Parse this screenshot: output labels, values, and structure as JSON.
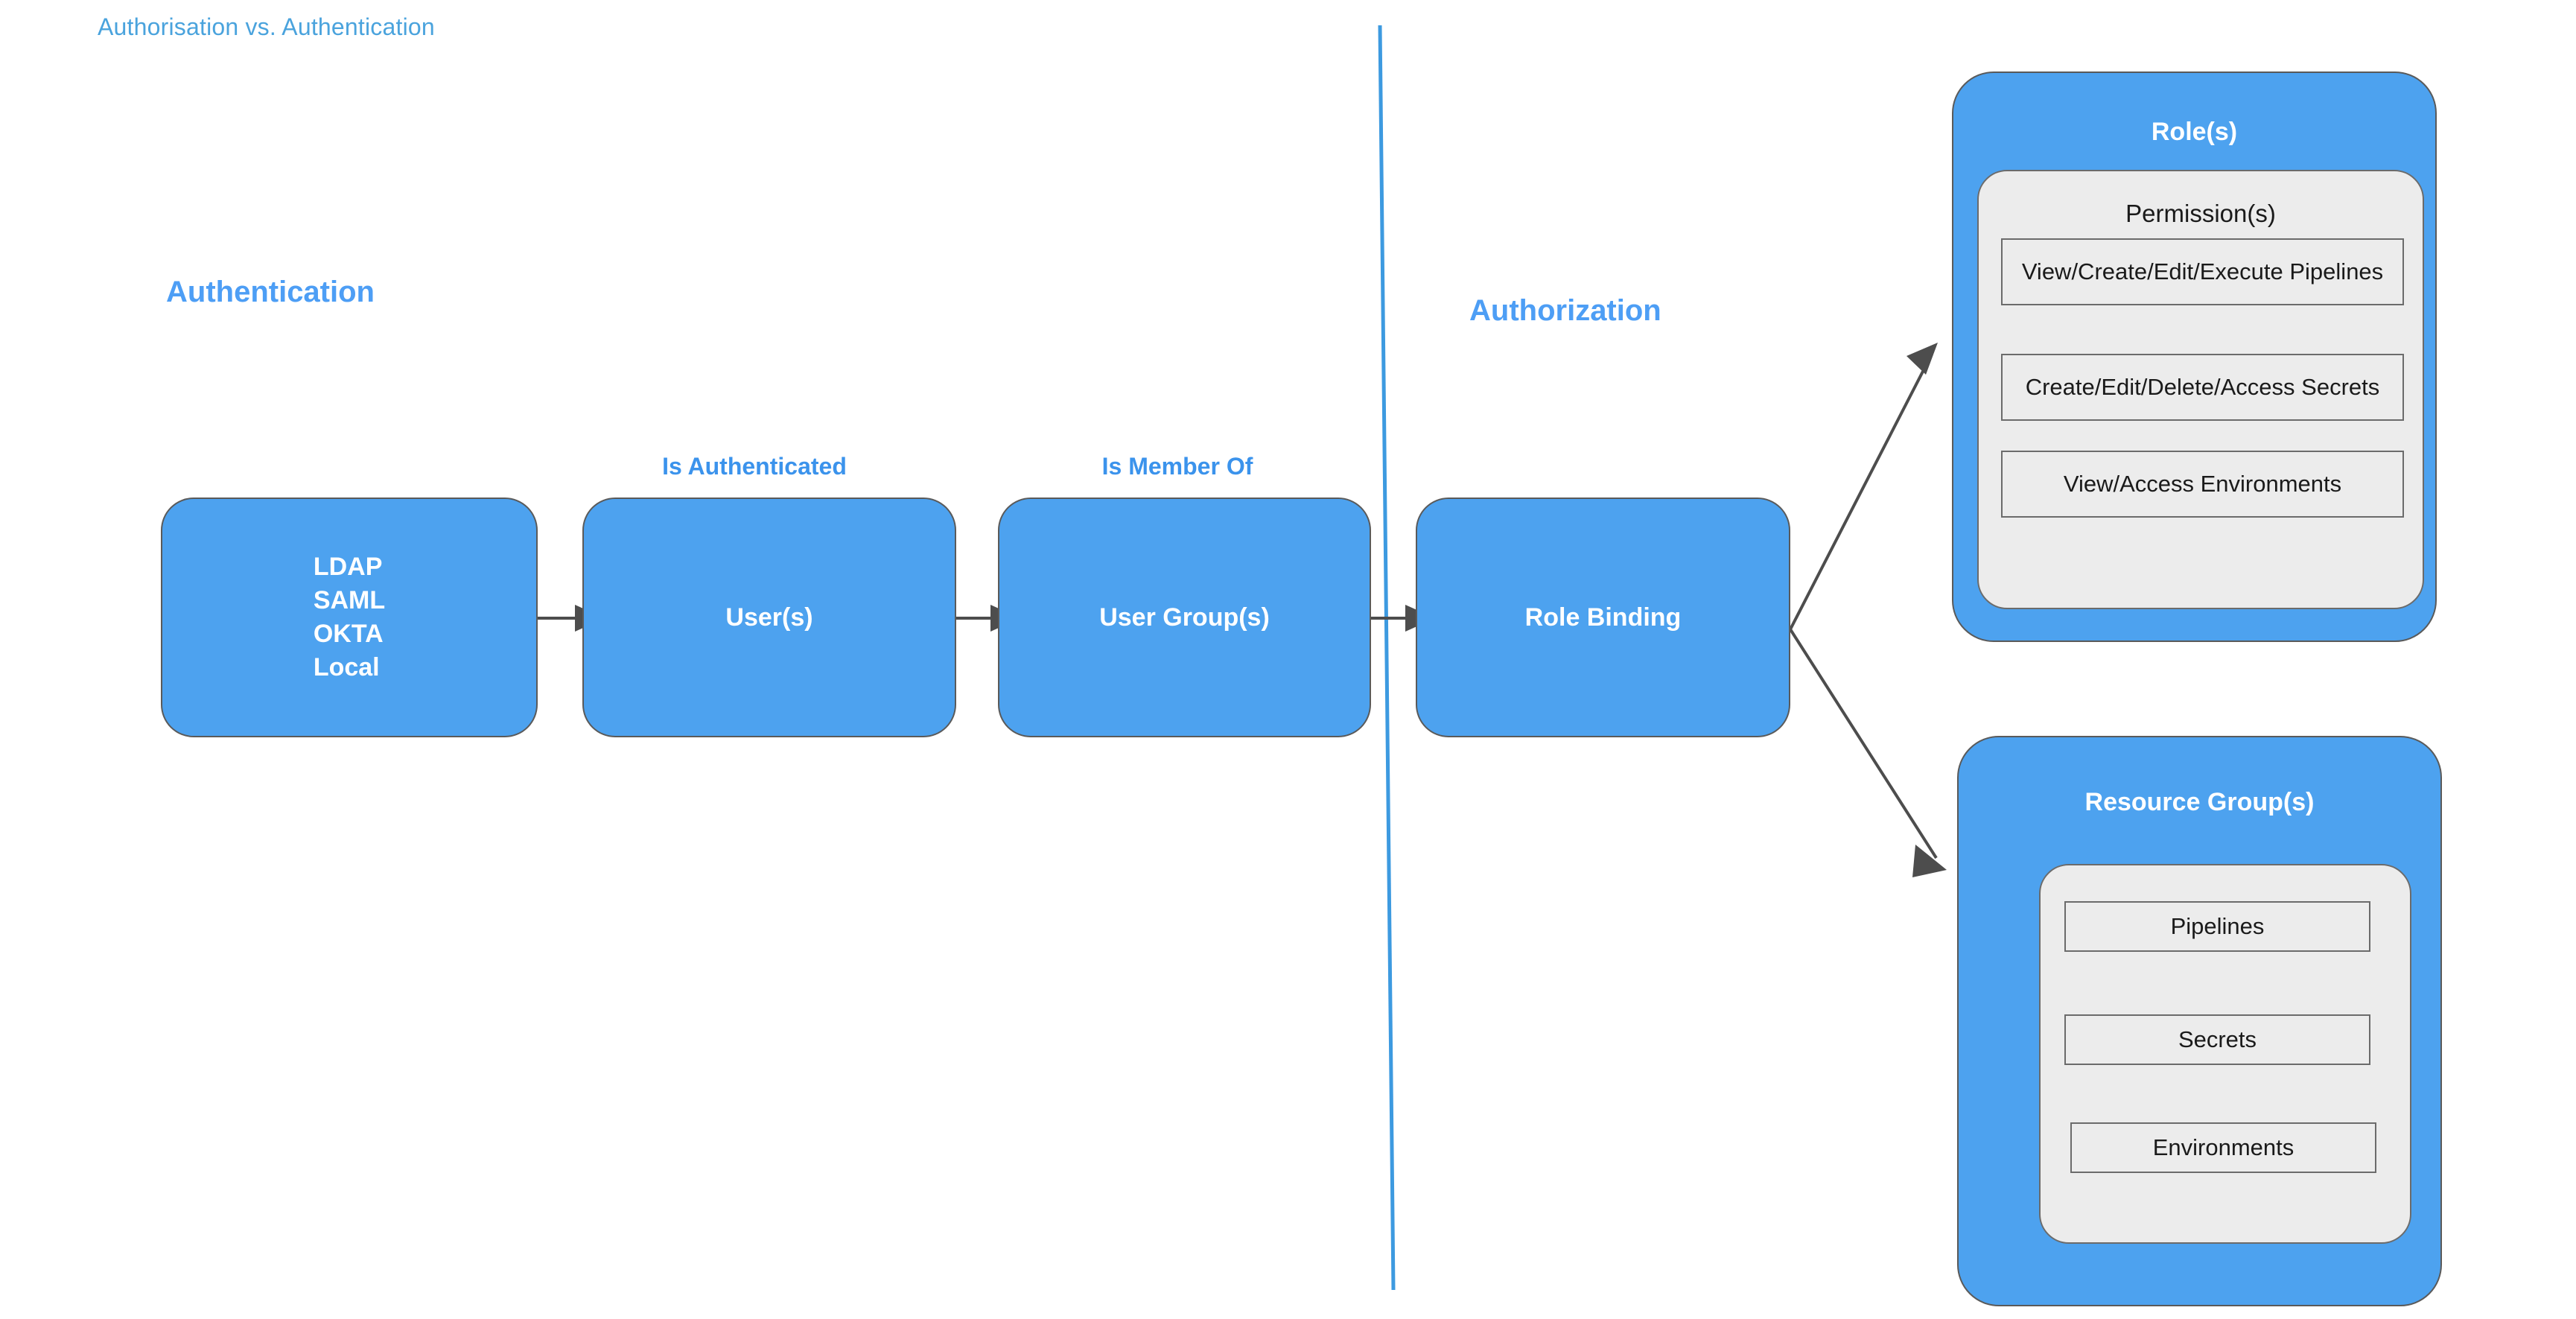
{
  "page": {
    "title": "Authorisation vs. Authentication",
    "background": "#ffffff",
    "accent_blue": "#4da2ef",
    "label_blue": "#3b93ec",
    "title_blue": "#4aa3dd",
    "panel_gray": "#ececec",
    "stroke_gray": "#5a5a5a"
  },
  "sections": {
    "authentication_heading": "Authentication",
    "authorization_heading": "Authorization"
  },
  "flow": {
    "nodes": [
      {
        "id": "identity-sources",
        "label": "LDAP\nSAML\nOKTA\nLocal",
        "multiline": true
      },
      {
        "id": "users",
        "label": "User(s)",
        "multiline": false
      },
      {
        "id": "user-groups",
        "label": "User Group(s)",
        "multiline": false
      },
      {
        "id": "role-binding",
        "label": "Role Binding",
        "multiline": false
      }
    ],
    "edge_labels": [
      {
        "id": "is-authenticated",
        "label": "Is Authenticated"
      },
      {
        "id": "is-member-of",
        "label": "Is Member Of"
      }
    ]
  },
  "roles": {
    "title": "Role(s)",
    "inner_title": "Permission(s)",
    "permissions": [
      "View/Create/Edit/Execute Pipelines",
      "Create/Edit/Delete/Access Secrets",
      "View/Access Environments"
    ]
  },
  "resource_groups": {
    "title": "Resource Group(s)",
    "resources": [
      "Pipelines",
      "Secrets",
      "Environments"
    ]
  }
}
